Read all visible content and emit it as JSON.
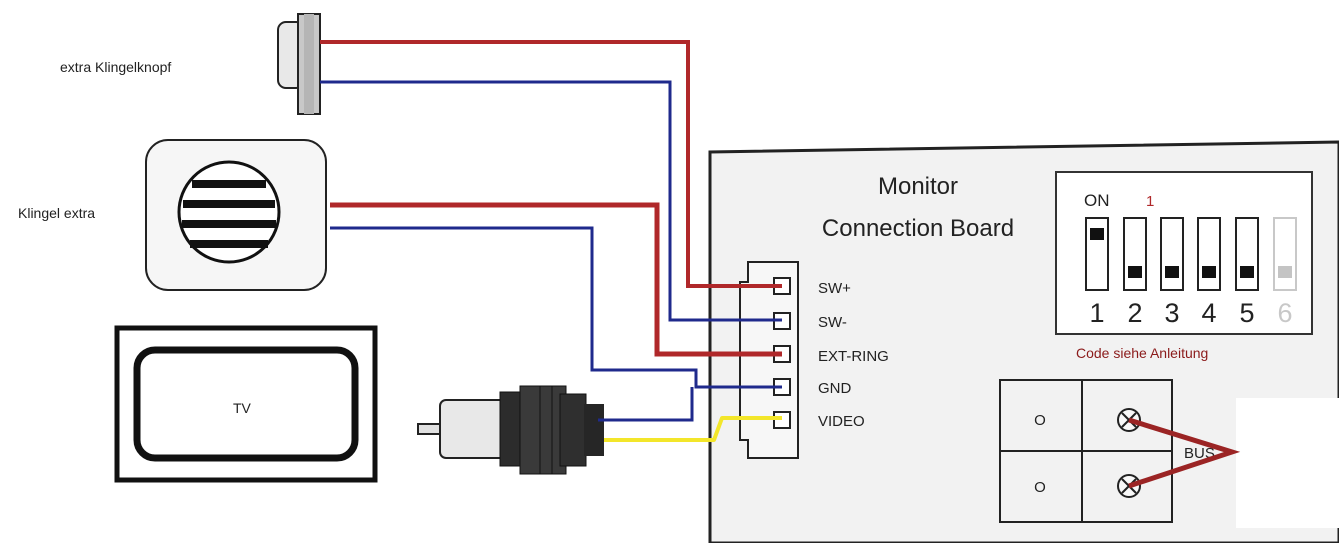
{
  "labels": {
    "bell_button": "extra Klingelknopf",
    "speaker": "Klingel extra",
    "tv": "TV"
  },
  "board": {
    "title_line1": "Monitor",
    "title_line2": "Connection Board",
    "terminals": [
      "SW+",
      "SW-",
      "EXT-RING",
      "GND",
      "VIDEO"
    ],
    "bus_label": "BUS",
    "screw_left_marks": [
      "O",
      "O"
    ]
  },
  "dip_switch": {
    "on_label": "ON",
    "on_number": "1",
    "switches": [
      "1",
      "2",
      "3",
      "4",
      "5",
      "6"
    ],
    "code_note": "Code siehe Anleitung"
  },
  "colors": {
    "wire_red": "#b0282a",
    "wire_blue": "#1f2a8c",
    "wire_yellow": "#f3e62a",
    "bus_wire": "#9b2424",
    "board_fill": "#f2f2f2",
    "code_note": "#8b1a1a"
  }
}
